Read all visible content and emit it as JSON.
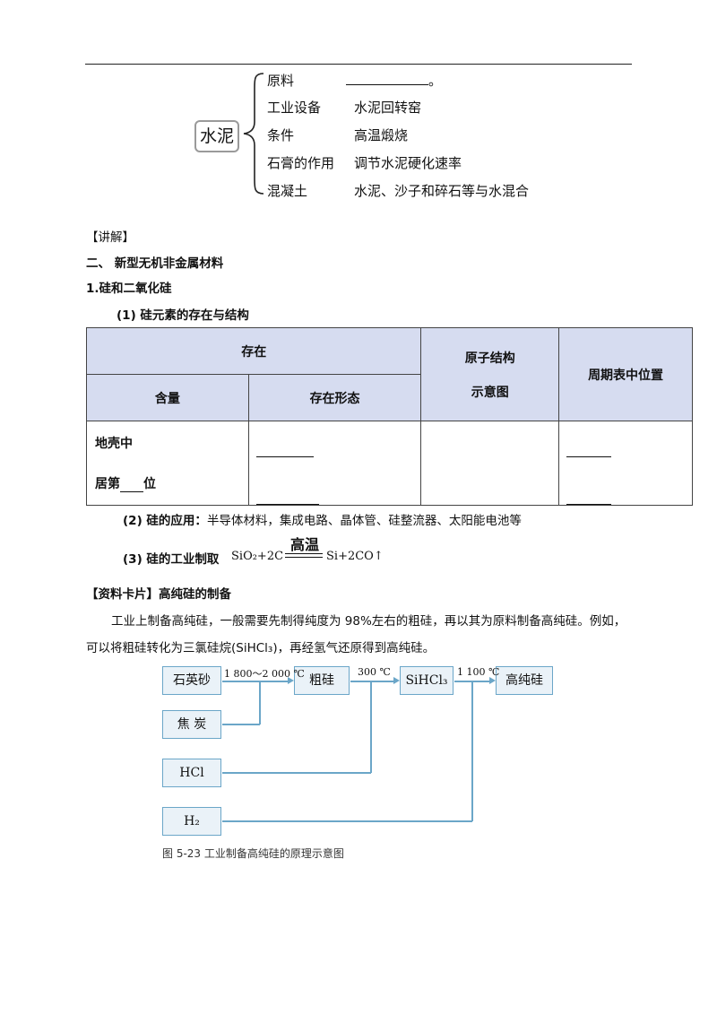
{
  "cement": {
    "title": "水泥",
    "rows": [
      {
        "label": "原料",
        "value": "",
        "suffix": "。"
      },
      {
        "label": "工业设备",
        "value": "水泥回转窑"
      },
      {
        "label": "条件",
        "value": "高温煅烧"
      },
      {
        "label": "石膏的作用",
        "value": "调节水泥硬化速率"
      },
      {
        "label": "混凝土",
        "value": "水泥、沙子和碎石等与水混合"
      }
    ]
  },
  "explain_heading": "【讲解】",
  "section2_heading": "二、 新型无机非金属材料",
  "sub1_heading": "1.硅和二氧化硅",
  "item1_heading": "(1) 硅元素的存在与结构",
  "table": {
    "h_existence": "存在",
    "h_atom_line1": "原子结构",
    "h_atom_line2": "示意图",
    "h_period": "周期表中位置",
    "h_content": "含量",
    "h_form": "存在形态",
    "row_text1": "地壳中",
    "row_text2a": "居第",
    "row_text2b": "位"
  },
  "item2_label": "(2) 硅的应用：",
  "item2_text": "半导体材料，集成电路、晶体管、硅整流器、太阳能电池等",
  "item3_label": "(3) 硅的工业制取",
  "equation": {
    "left": "SiO₂+2C",
    "condition": "高温",
    "right": "Si+2CO↑"
  },
  "card_heading": "【资料卡片】高纯硅的制备",
  "card_text_1": "工业上制备高纯硅，一般需要先制得纯度为 98%左右的粗硅，再以其为原料制备高纯硅。例如，",
  "card_text_2": "可以将粗硅转化为三氯硅烷(SiHCl₃)，再经氢气还原得到高纯硅。",
  "diagram": {
    "boxes": {
      "quartz": "石英砂",
      "crude_si": "粗硅",
      "sihcl3": "SiHCl₃",
      "pure_si": "高纯硅",
      "coke": "焦  炭",
      "hcl": "HCl",
      "h2": "H₂"
    },
    "temps": {
      "t1": "1 800～2 000 ℃",
      "t2": "300 ℃",
      "t3": "1 100 ℃"
    },
    "caption": "图 5-23   工业制备高纯硅的原理示意图"
  }
}
